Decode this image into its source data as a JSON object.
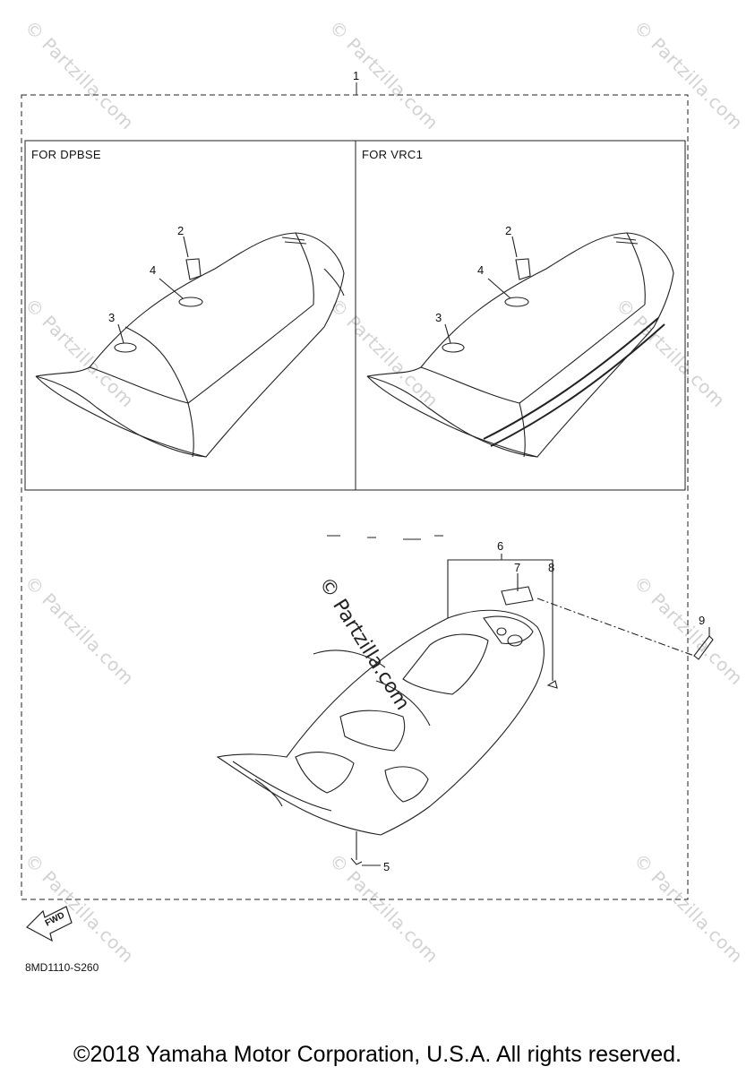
{
  "diagram": {
    "code": "8MD1110-S260",
    "panels": [
      {
        "label": "FOR DPBSE"
      },
      {
        "label": "FOR VRC1"
      }
    ],
    "callouts": {
      "assembly": "1",
      "dpbse": [
        "2",
        "4",
        "3"
      ],
      "vrc1": [
        "2",
        "4",
        "3"
      ],
      "lower": [
        "6",
        "7",
        "8",
        "9",
        "5"
      ]
    },
    "fwd_label": "FWD",
    "center_watermark": "© Partzilla.com"
  },
  "watermark": {
    "text": "© Partzilla.com"
  },
  "footer": {
    "copyright": "©2018 Yamaha Motor Corporation, U.S.A. All rights reserved."
  }
}
